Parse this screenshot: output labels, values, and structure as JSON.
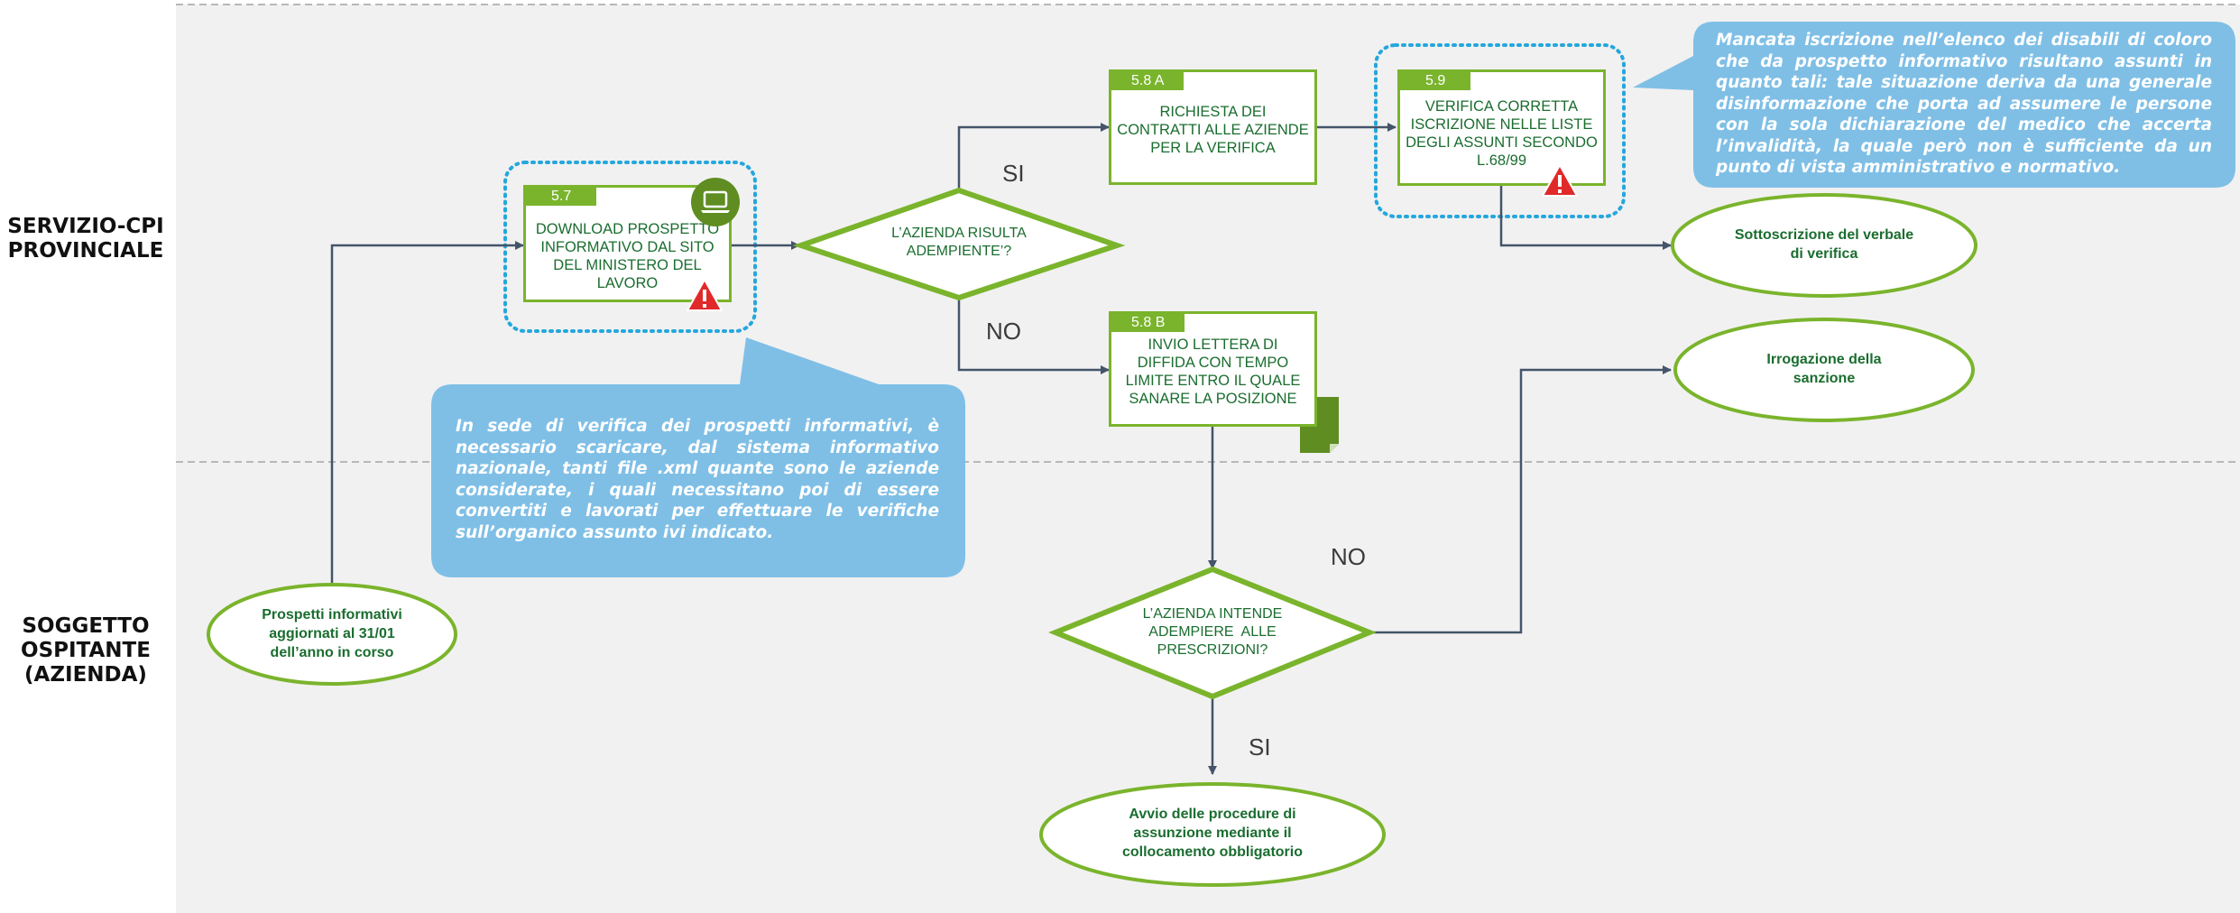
{
  "lanes": [
    {
      "lines": [
        "SERVIZIO-CPI",
        "PROVINCIALE"
      ]
    },
    {
      "lines": [
        "SOGGETTO",
        "OSPITANTE",
        "(AZIENDA)"
      ]
    }
  ],
  "tasks": {
    "t57": {
      "id": "5.7",
      "lines": [
        "DOWNLOAD PROSPETTO",
        "INFORMATIVO DAL SITO",
        "DEL MINISTERO DEL",
        "LAVORO"
      ],
      "icons": [
        "laptop-icon",
        "warning-icon"
      ]
    },
    "t58a": {
      "id": "5.8 A",
      "lines": [
        "RICHIESTA DEI",
        "CONTRATTI ALLE AZIENDE",
        "PER LA VERIFICA"
      ]
    },
    "t59": {
      "id": "5.9",
      "lines": [
        "VERIFICA CORRETTA",
        "ISCRIZIONE NELLE LISTE",
        "DEGLI ASSUNTI SECONDO",
        "L.68/99"
      ],
      "icons": [
        "warning-icon"
      ]
    },
    "t58b": {
      "id": "5.8 B",
      "lines": [
        "INVIO LETTERA DI",
        "DIFFIDA CON TEMPO",
        "LIMITE ENTRO IL QUALE",
        "SANARE LA POSIZIONE"
      ],
      "icons": [
        "document-icon"
      ]
    }
  },
  "decisions": {
    "d1": {
      "lines": [
        "L’AZIENDA RISULTA",
        "ADEMPIENTE’?"
      ]
    },
    "d2": {
      "lines": [
        "L’AZIENDA INTENDE",
        "ADEMPIERE  ALLE",
        "PRESCRIZIONI?"
      ]
    }
  },
  "events": {
    "start": {
      "lines": [
        "Prospetti informativi",
        "aggiornati al 31/01",
        "dell’anno in corso"
      ]
    },
    "sottoscrizione": {
      "lines": [
        "Sottoscrizione del verbale",
        "di verifica"
      ]
    },
    "irrogazione": {
      "lines": [
        "Irrogazione della",
        "sanzione"
      ]
    },
    "avvio": {
      "lines": [
        "Avvio delle procedure di",
        "assunzione mediante il",
        "collocamento obbligatorio"
      ]
    }
  },
  "branches": {
    "d1_yes": "SI",
    "d1_no": "NO",
    "d2_no": "NO",
    "d2_yes": "SI"
  },
  "notes": {
    "left": {
      "lines": [
        "In sede di verifica dei prospetti informativi, è",
        "necessario scaricare, dal sistema informativo",
        "nazionale, tanti file .xml quante sono le aziende",
        "considerate, i quali necessitano poi di essere",
        "convertiti e lavorati per effettuare le verifiche",
        "sull’organico assunto ivi indicato."
      ]
    },
    "right": {
      "lines": [
        "Mancata iscrizione nell’elenco dei disabili di coloro",
        "che da prospetto informativo risultano assunti in",
        "quanto tali: tale situazione deriva da una generale",
        "disinformazione che porta ad assumere le persone",
        "con la sola dichiarazione del medico che accerta",
        "l’invalidità, la quale però non è sufficiente da un",
        "punto di vista amministrativo e normativo."
      ]
    }
  },
  "colors": {
    "lane_bg": "#f1f1f1",
    "accent_green": "#7ab42c",
    "dark_green": "#5f8d22",
    "text_green": "#1a6d2f",
    "connector": "#44546a",
    "note_blue": "#7fbfe6",
    "highlight_dots": "#25a7dd",
    "warning_red": "#e02a2a"
  }
}
